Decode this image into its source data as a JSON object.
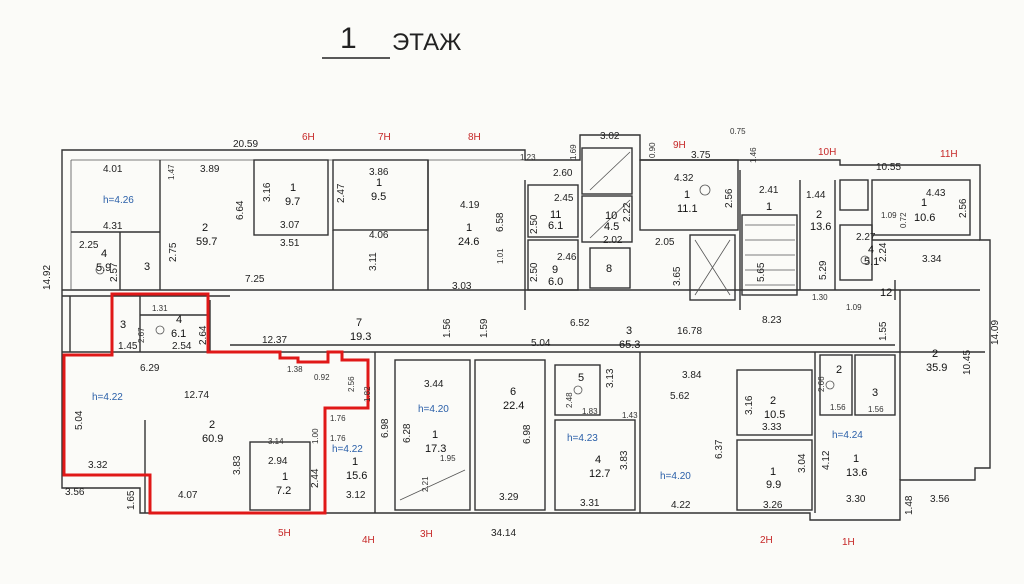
{
  "title": {
    "number": "1",
    "text": "ЭТАЖ"
  },
  "colors": {
    "highlight": "#e01818",
    "unit_label": "#c62828",
    "height_label": "#2a5fa8",
    "wall": "#333333"
  },
  "unit_labels": {
    "u6": "6Н",
    "u7": "7Н",
    "u8": "8Н",
    "u9": "9Н",
    "u10": "10Н",
    "u11": "11Н",
    "u5": "5Н",
    "u4": "4Н",
    "u3": "3Н",
    "u2": "2Н",
    "u1": "1Н"
  },
  "heights": {
    "a": "h=4.26",
    "b": "h=4.22",
    "c": "h=4.22",
    "d": "h=4.20",
    "e": "h=4.23",
    "f": "h=4.20",
    "g": "h=4.24"
  },
  "rooms": {
    "r01": "1",
    "r01a": "9.7",
    "r02": "1",
    "r02a": "9.5",
    "r03": "1",
    "r03a": "24.6",
    "r04": "2",
    "r04a": "59.7",
    "r05": "4",
    "r05a": "5.9",
    "r06": "3",
    "r07": "11",
    "r07a": "6.1",
    "r08": "10",
    "r08a": "4.5",
    "r09": "9",
    "r09a": "6.0",
    "r10": "8",
    "r11": "1",
    "r11a": "11.1",
    "r12": "1",
    "r13": "2",
    "r13a": "13.6",
    "r14": "1",
    "r14a": "10.6",
    "r15": "4",
    "r15a": "5.1",
    "r16": "12",
    "r17": "3",
    "r18": "4",
    "r18a": "6.1",
    "r19": "7",
    "r19a": "19.3",
    "r20": "3",
    "r20a": "65.3",
    "r21": "2",
    "r21a": "35.9",
    "r22": "2",
    "r22a": "60.9",
    "r23": "1",
    "r23a": "7.2",
    "r24": "1",
    "r24a": "15.6",
    "r25": "1",
    "r25a": "17.3",
    "r26": "6",
    "r26a": "22.4",
    "r27": "5",
    "r28": "4",
    "r28a": "12.7",
    "r29": "2",
    "r29a": "10.5",
    "r30": "1",
    "r30a": "9.9",
    "r31": "1",
    "r31a": "13.6",
    "r32": "2",
    "r33": "3"
  },
  "dims": {
    "d01": "20.59",
    "d02": "4.01",
    "d03": "3.89",
    "d04": "1.47",
    "d05": "3.16",
    "d06": "3.07",
    "d07": "6.64",
    "d08": "3.86",
    "d09": "2.47",
    "d10": "4.06",
    "d11": "3.51",
    "d12": "4.19",
    "d13": "6.58",
    "d14": "1.23",
    "d15": "3.02",
    "d16": "1.69",
    "d17": "2.60",
    "d18": "2.45",
    "d19": "2.50",
    "d20": "2.22",
    "d21": "2.02",
    "d22": "2.46",
    "d23": "2.50",
    "d24": "0.90",
    "d25": "0.75",
    "d26": "3.75",
    "d27": "1.46",
    "d28": "4.32",
    "d29": "2.41",
    "d30": "2.56",
    "d31": "1.44",
    "d32": "10.55",
    "d33": "4.43",
    "d34": "2.56",
    "d35": "1.09",
    "d36": "0.72",
    "d37": "2.27",
    "d38": "2.24",
    "d39": "3.34",
    "d40": "4.31",
    "d41": "2.25",
    "d42": "2.57",
    "d43": "2.75",
    "d44": "7.25",
    "d45": "3.11",
    "d46": "1.01",
    "d47": "3.03",
    "d48": "2.05",
    "d49": "3.65",
    "d50": "5.65",
    "d51": "5.29",
    "d52": "14.92",
    "d53": "2.67",
    "d54": "1.45",
    "d55": "2.54",
    "d56": "2.64",
    "d57": "12.37",
    "d58": "1.56",
    "d59": "1.59",
    "d60": "6.52",
    "d61": "5.04",
    "d62": "16.78",
    "d63": "8.23",
    "d64": "14.09",
    "d65": "10.45",
    "d66": "6.29",
    "d67": "12.74",
    "d68": "5.04",
    "d69": "3.32",
    "d70": "3.56",
    "d71": "1.65",
    "d72": "4.07",
    "d73": "3.83",
    "d74": "3.14",
    "d75": "2.94",
    "d76": "2.44",
    "d77": "1.00",
    "d78": "1.76",
    "d79": "1.76",
    "d80": "2.56",
    "d81": "1.82",
    "d82": "6.98",
    "d83": "3.12",
    "d84": "3.44",
    "d85": "6.28",
    "d86": "1.95",
    "d87": "2.21",
    "d88": "6.98",
    "d89": "3.29",
    "d90": "34.14",
    "d91": "2.48",
    "d92": "1.83",
    "d93": "3.13",
    "d94": "1.43",
    "d95": "3.83",
    "d96": "3.31",
    "d97": "3.84",
    "d98": "5.62",
    "d99": "6.37",
    "d100": "4.22",
    "d101": "3.16",
    "d102": "3.33",
    "d103": "3.04",
    "d104": "3.26",
    "d105": "1.56",
    "d106": "1.56",
    "d107": "4.12",
    "d108": "3.30",
    "d109": "1.48",
    "d110": "3.56",
    "d111": "1.55",
    "d112": "2.66",
    "d113": "1.38",
    "d114": "0.92",
    "d115": "1.30",
    "d116": "1.09",
    "d117": "1.31"
  }
}
